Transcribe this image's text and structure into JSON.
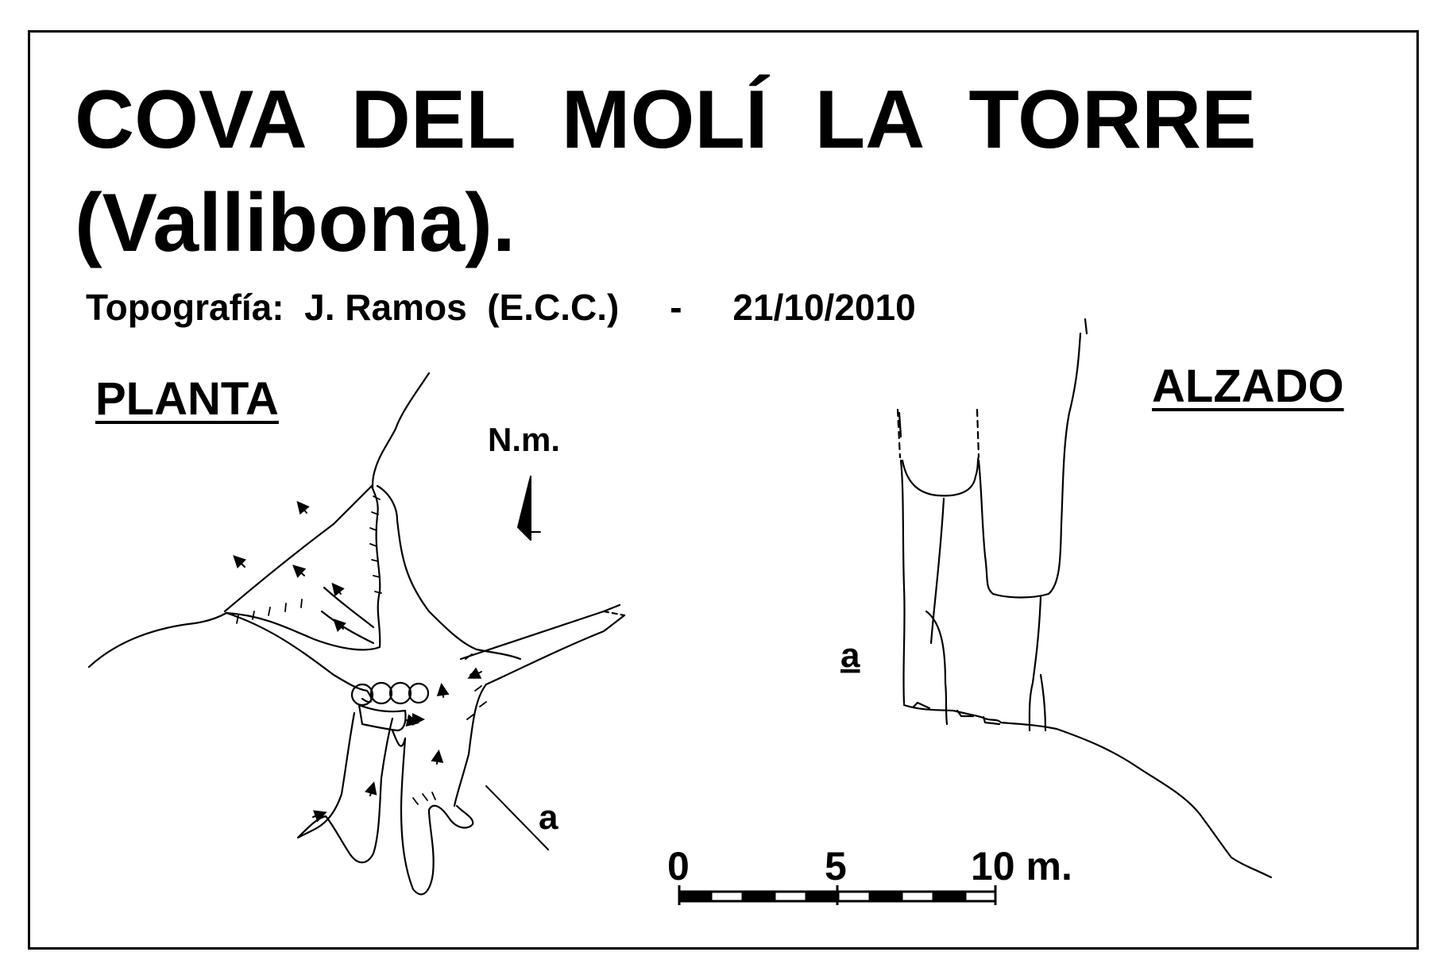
{
  "header": {
    "title": "COVA DEL MOLÍ LA TORRE",
    "subtitle": "(Vallibona).",
    "credit": "Topografía:  J. Ramos  (E.C.C.)     -     21/10/2010"
  },
  "plan": {
    "label": "PLANTA",
    "north_label": "N.m.",
    "section_marker": "a"
  },
  "elevation": {
    "label": "ALZADO",
    "section_marker": "a"
  },
  "scale_bar": {
    "tick_0": "0",
    "tick_5": "5",
    "tick_10": "10 m."
  },
  "colors": {
    "ink": "#000000",
    "paper": "#ffffff"
  }
}
